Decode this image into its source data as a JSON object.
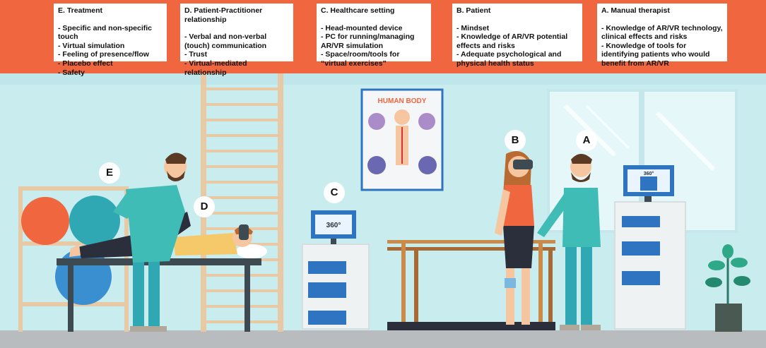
{
  "header": {
    "color": "#f0663e",
    "boxes": [
      {
        "title": "E. Treatment",
        "items": [
          "- Specific and non-specific touch",
          "- Virtual simulation",
          "- Feeling of presence/flow",
          "- Placebo effect",
          "- Safety"
        ]
      },
      {
        "title": "D. Patient-Practitioner relationship",
        "items": [
          "- Verbal and non-verbal (touch) communication",
          "- Trust",
          "- Virtual-mediated relationship"
        ]
      },
      {
        "title": "C. Healthcare setting",
        "items": [
          "- Head-mounted device",
          "- PC for running/managing AR/VR simulation",
          "- Space/room/tools for “virtual exercises”"
        ]
      },
      {
        "title": "B. Patient",
        "items": [
          "- Mindset",
          "- Knowledge of AR/VR potential effects and risks",
          "- Adequate psychological and physical health status"
        ]
      },
      {
        "title": "A. Manual therapist",
        "items": [
          "- Knowledge of AR/VR technology, clinical effects and risks",
          "- Knowledge of tools for identifying patients who would benefit from AR/VR"
        ]
      }
    ]
  },
  "scene": {
    "labels": {
      "a": "A",
      "b": "B",
      "c": "C",
      "d": "D",
      "e": "E"
    },
    "poster_title": "HUMAN BODY",
    "monitor_text": "360°",
    "monitor_text_small": "360°"
  },
  "colors": {
    "wall": "#c9ecef",
    "floor": "#b8bcbf",
    "scrubs": "#3fbcb5",
    "accent": "#f0663e"
  }
}
